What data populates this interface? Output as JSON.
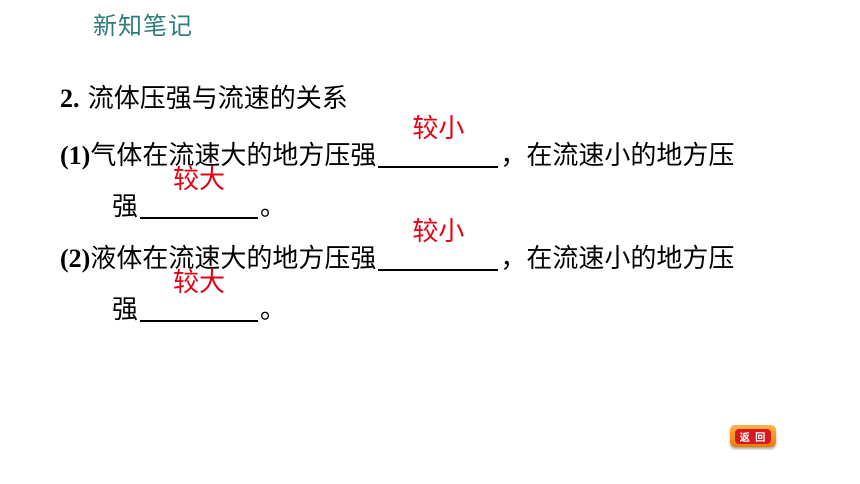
{
  "header": {
    "title": "新知笔记"
  },
  "section": {
    "number": "2.",
    "heading": " 流体压强与流速的关系"
  },
  "items": [
    {
      "label": "(1)",
      "text_before": "气体在流速大的地方压强",
      "answer1": "较小",
      "text_middle": "，在流速小的地方压",
      "text_line2": "强",
      "answer2": "较大",
      "text_end": "。"
    },
    {
      "label": "(2)",
      "text_before": "液体在流速大的地方压强",
      "answer1": "较小",
      "text_middle": "，在流速小的地方压",
      "text_line2": "强",
      "answer2": "较大",
      "text_end": "。"
    }
  ],
  "nav": {
    "return_label": "返 回"
  },
  "colors": {
    "header": "#2e7d7a",
    "answer": "#e60012",
    "button_outer": "#f07a00",
    "button_inner": "#d7191f"
  }
}
